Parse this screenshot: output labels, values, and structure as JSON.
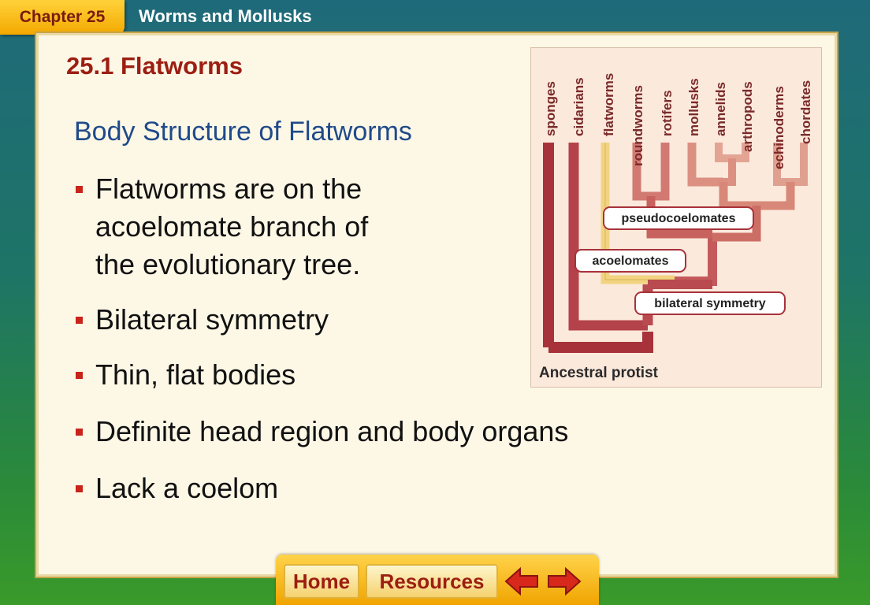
{
  "header": {
    "chapter_label": "Chapter 25",
    "topic": "Worms and Mollusks"
  },
  "slide": {
    "section_title": "25.1 Flatworms",
    "heading": "Body Structure of Flatworms",
    "bullets": [
      "Flatworms are on the\nacoelomate branch of\nthe evolutionary tree.",
      "Bilateral symmetry",
      "Thin, flat bodies",
      "Definite head region and body organs",
      "Lack a coelom"
    ]
  },
  "tree": {
    "taxa": [
      "sponges",
      "cidarians",
      "flatworms",
      "roundworms",
      "rotifers",
      "mollusks",
      "annelids",
      "arthropods",
      "echinoderms",
      "chordates"
    ],
    "node_labels": {
      "pseudo": "pseudocoelomates",
      "acoel": "acoelomates",
      "bilateral": "bilateral symmetry"
    },
    "root_label": "Ancestral protist",
    "colors": {
      "branch_dark": "#a8323a",
      "branch_light": "#e6b2a6",
      "flatworm_branch": "#f2d480"
    }
  },
  "nav": {
    "home_label": "Home",
    "resources_label": "Resources",
    "back_icon": "left-arrow-icon",
    "forward_icon": "right-arrow-icon"
  },
  "colors": {
    "chapter_tab": "#f7b81a",
    "section_title": "#9c1e12",
    "heading": "#1f4a8a",
    "bullet_mark": "#c8241a",
    "panel": "#fdf7e6"
  }
}
